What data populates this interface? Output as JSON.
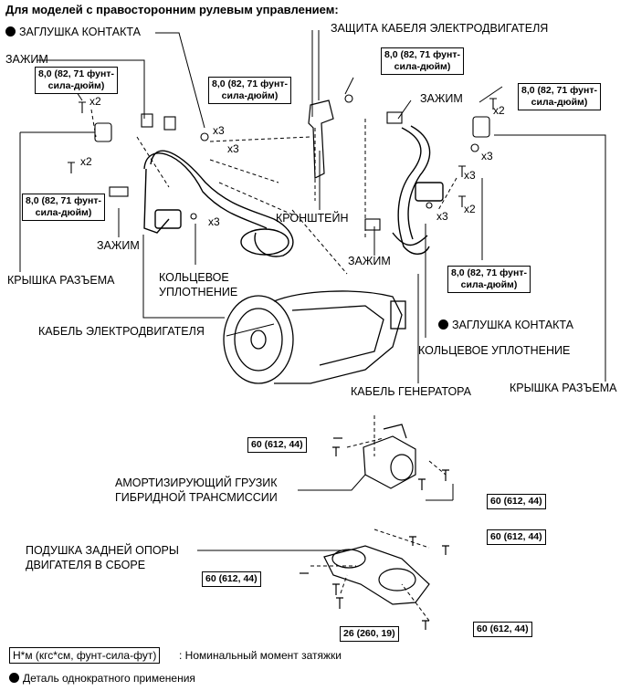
{
  "title": "Для моделей с правосторонним рулевым управлением:",
  "labels": {
    "contact_plug_left": "ЗАГЛУШКА КОНТАКТА",
    "clamp_top_left": "ЗАЖИМ",
    "motor_cable_guard": "ЗАЩИТА КАБЕЛЯ ЭЛЕКТРОДВИГАТЕЛЯ",
    "clamp_top_right": "ЗАЖИМ",
    "bracket": "КРОНШТЕЙН",
    "clamp_mid_left": "ЗАЖИМ",
    "clamp_mid_right": "ЗАЖИМ",
    "connector_cover_left": "КРЫШКА РАЗЪЕМА",
    "o_ring_left_1": "КОЛЬЦЕВОЕ",
    "o_ring_left_2": "УПЛОТНЕНИЕ",
    "motor_cable": "КАБЕЛЬ ЭЛЕКТРОДВИГАТЕЛЯ",
    "contact_plug_right": "ЗАГЛУШКА КОНТАКТА",
    "o_ring_right": "КОЛЬЦЕВОЕ УПЛОТНЕНИЕ",
    "generator_cable": "КАБЕЛЬ ГЕНЕРАТОРА",
    "connector_cover_right": "КРЫШКА РАЗЪЕМА",
    "damper_1": "АМОРТИЗИРУЮЩИЙ ГРУЗИК",
    "damper_2": "ГИБРИДНОЙ ТРАНСМИССИИ",
    "mount_1": "ПОДУШКА ЗАДНЕЙ ОПОРЫ",
    "mount_2": "ДВИГАТЕЛЯ В СБОРЕ"
  },
  "torque": {
    "t8_line1": "8,0 (82, 71 фунт-",
    "t8_line2": "сила-дюйм)",
    "t60": "60 (612, 44)",
    "t26": "26 (260, 19)"
  },
  "multipliers": {
    "x2": "x2",
    "x3": "x3"
  },
  "legend": {
    "torque_unit": "Н*м (кгс*см, фунт-сила-фут)",
    "torque_desc": ": Номинальный момент затяжки",
    "single_use": "Деталь однократного применения"
  }
}
